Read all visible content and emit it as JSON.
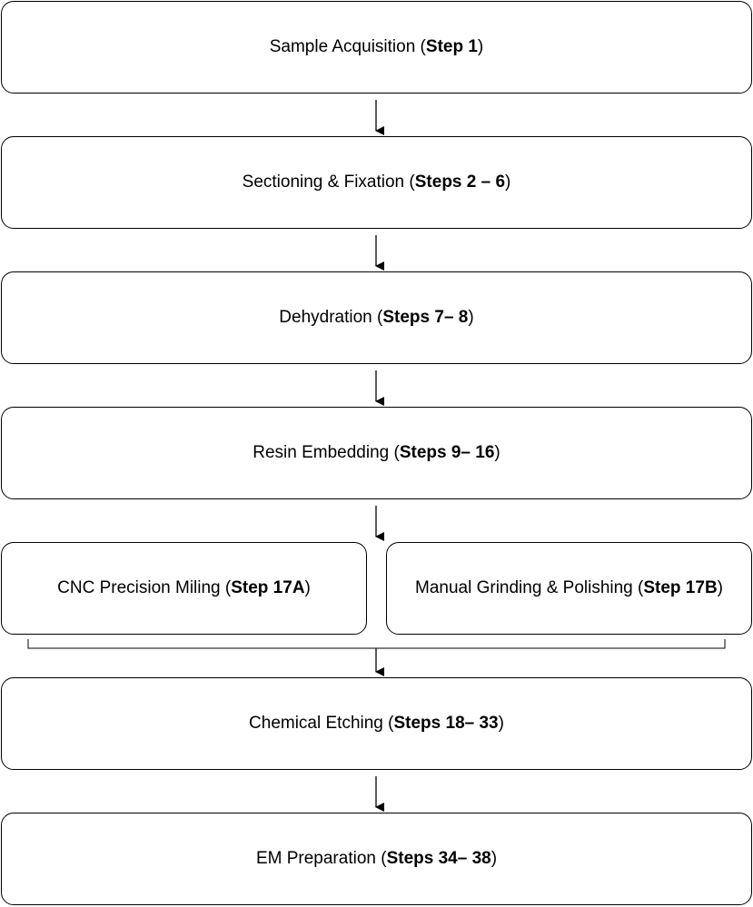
{
  "steps": [
    {
      "label": "Sample Acquisition",
      "ref": "Step 1"
    },
    {
      "label": "Sectioning & Fixation",
      "ref": "Steps 2 – 6"
    },
    {
      "label": "Dehydration",
      "ref": "Steps 7– 8"
    },
    {
      "label": "Resin Embedding",
      "ref": "Steps 9– 16"
    }
  ],
  "branch": [
    {
      "label": "CNC Precision Miling",
      "ref": "Step 17A"
    },
    {
      "label": "Manual Grinding & Polishing",
      "ref": "Step 17B"
    }
  ],
  "final_steps": [
    {
      "label": "Chemical Etching",
      "ref": "Steps 18– 33"
    },
    {
      "label": "EM Preparation",
      "ref": "Steps 34– 38"
    }
  ]
}
